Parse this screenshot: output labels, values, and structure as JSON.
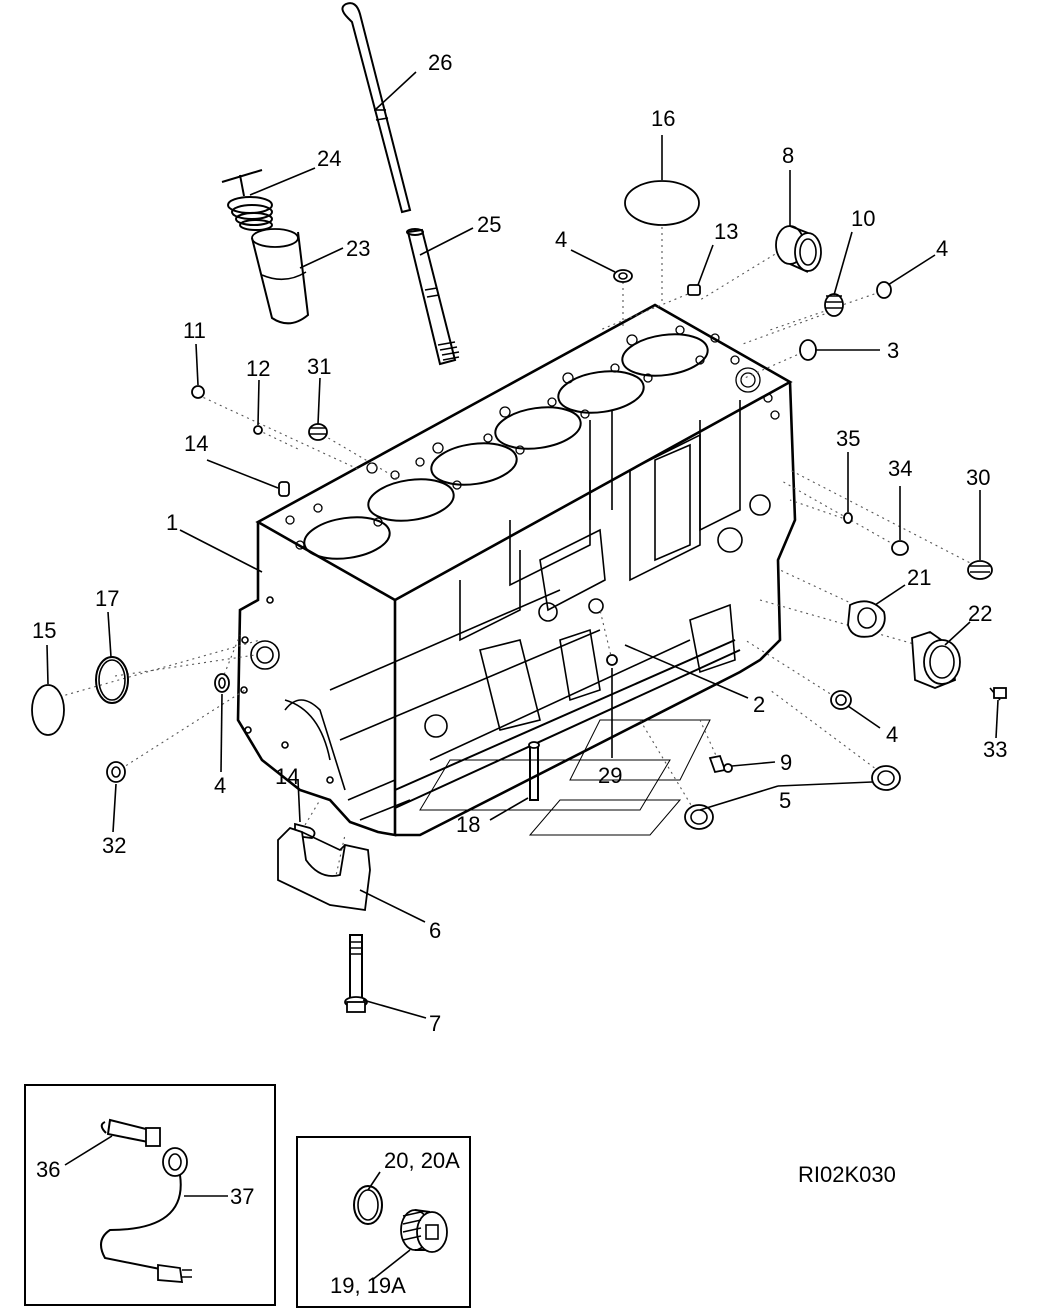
{
  "drawing_code": "RI02K030",
  "callouts": [
    {
      "id": "c1",
      "label": "1"
    },
    {
      "id": "c2",
      "label": "2"
    },
    {
      "id": "c3",
      "label": "3"
    },
    {
      "id": "c4a",
      "label": "4"
    },
    {
      "id": "c4b",
      "label": "4"
    },
    {
      "id": "c4c",
      "label": "4"
    },
    {
      "id": "c4d",
      "label": "4"
    },
    {
      "id": "c5",
      "label": "5"
    },
    {
      "id": "c6",
      "label": "6"
    },
    {
      "id": "c7",
      "label": "7"
    },
    {
      "id": "c8",
      "label": "8"
    },
    {
      "id": "c9",
      "label": "9"
    },
    {
      "id": "c10",
      "label": "10"
    },
    {
      "id": "c11",
      "label": "11"
    },
    {
      "id": "c12",
      "label": "12"
    },
    {
      "id": "c13",
      "label": "13"
    },
    {
      "id": "c14a",
      "label": "14"
    },
    {
      "id": "c14b",
      "label": "14"
    },
    {
      "id": "c15",
      "label": "15"
    },
    {
      "id": "c16",
      "label": "16"
    },
    {
      "id": "c17",
      "label": "17"
    },
    {
      "id": "c18",
      "label": "18"
    },
    {
      "id": "c21",
      "label": "21"
    },
    {
      "id": "c22",
      "label": "22"
    },
    {
      "id": "c23",
      "label": "23"
    },
    {
      "id": "c24",
      "label": "24"
    },
    {
      "id": "c25",
      "label": "25"
    },
    {
      "id": "c26",
      "label": "26"
    },
    {
      "id": "c29",
      "label": "29"
    },
    {
      "id": "c30",
      "label": "30"
    },
    {
      "id": "c31",
      "label": "31"
    },
    {
      "id": "c32",
      "label": "32"
    },
    {
      "id": "c33",
      "label": "33"
    },
    {
      "id": "c34",
      "label": "34"
    },
    {
      "id": "c35",
      "label": "35"
    }
  ],
  "inset_heater": {
    "callouts": [
      {
        "id": "c36",
        "label": "36"
      },
      {
        "id": "c37",
        "label": "37"
      }
    ]
  },
  "inset_plug": {
    "callouts": [
      {
        "id": "c20",
        "label": "20, 20A"
      },
      {
        "id": "c19",
        "label": "19, 19A"
      }
    ]
  }
}
